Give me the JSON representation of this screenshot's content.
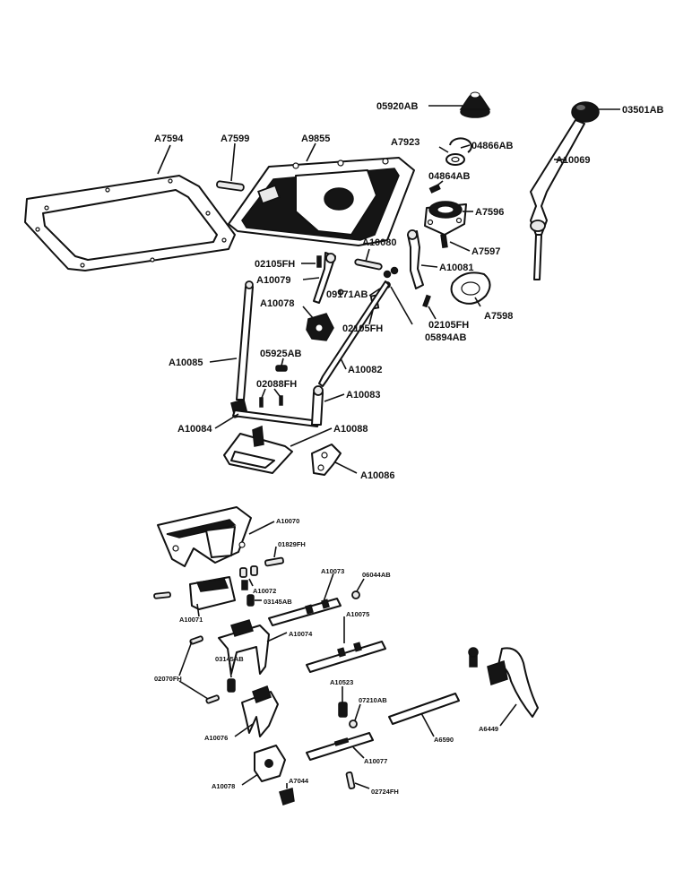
{
  "labels": {
    "l05920AB": "05920AB",
    "l03501AB": "03501AB",
    "lA7923": "A7923",
    "l04866AB": "04866AB",
    "lA10069": "A10069",
    "lA7594": "A7594",
    "lA7599": "A7599",
    "lA9855": "A9855",
    "l04864AB": "04864AB",
    "lA7596": "A7596",
    "lA7597": "A7597",
    "lA10080": "A10080",
    "l02105FH_a": "02105FH",
    "lA10079": "A10079",
    "lA10081": "A10081",
    "l09171AB": "09171AB",
    "lA10078_top": "A10078",
    "l02105FH_b": "02105FH",
    "l02105FH_c": "02105FH",
    "l05894AB": "05894AB",
    "lA7598": "A7598",
    "lA10085": "A10085",
    "l05925AB": "05925AB",
    "lA10082": "A10082",
    "l02088FH": "02088FH",
    "lA10083": "A10083",
    "lA10084": "A10084",
    "lA10088": "A10088",
    "lA10086": "A10086",
    "lA10070": "A10070",
    "l01829FH": "01829FH",
    "lA10073": "A10073",
    "l06044AB": "06044AB",
    "lA10072": "A10072",
    "l03145AB_a": "03145AB",
    "lA10071": "A10071",
    "lA10075": "A10075",
    "lA10074": "A10074",
    "l03145AB_b": "03145AB",
    "l02070FH": "02070FH",
    "lA10523": "A10523",
    "l07210AB": "07210AB",
    "lA10076": "A10076",
    "lA6590": "A6590",
    "lA6449": "A6449",
    "lA10077": "A10077",
    "lA10078_bottom": "A10078",
    "lA7044": "A7044",
    "l02724FH": "02724FH"
  }
}
